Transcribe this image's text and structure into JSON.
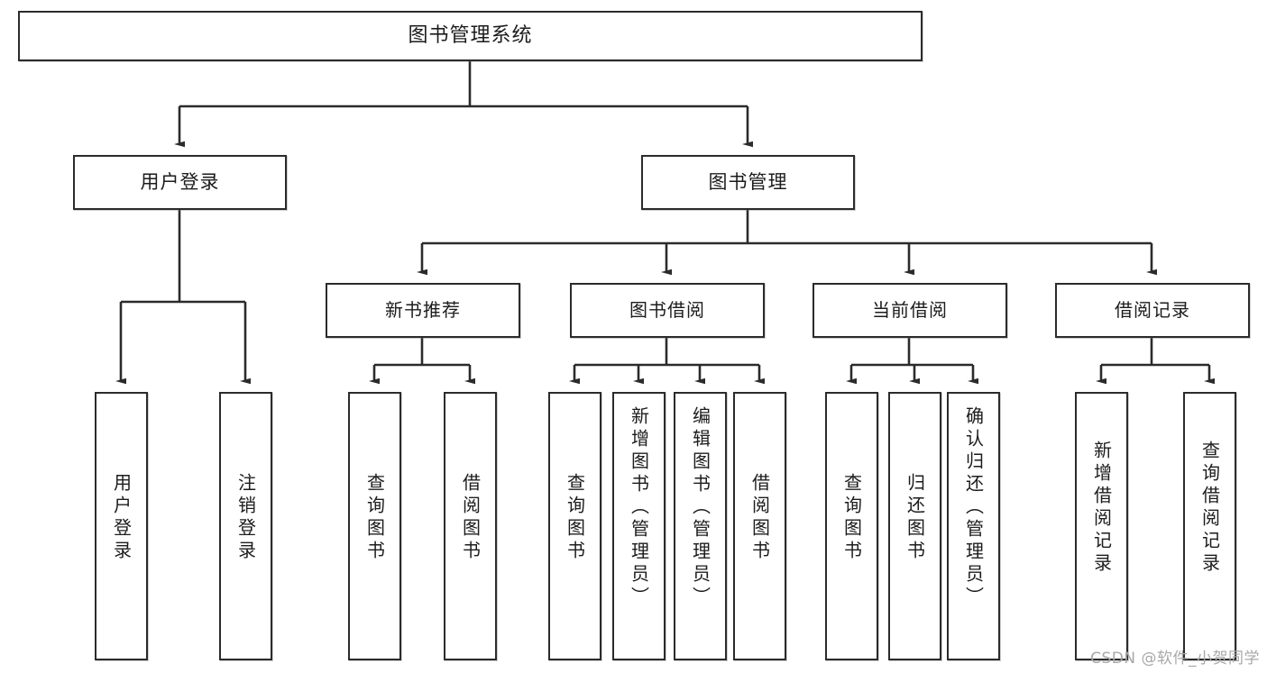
{
  "diagram": {
    "title": "图书管理系统",
    "type": "tree-hierarchy",
    "root": {
      "label": "图书管理系统"
    },
    "level1": [
      {
        "label": "用户登录"
      },
      {
        "label": "图书管理"
      }
    ],
    "level2": [
      {
        "label": "新书推荐"
      },
      {
        "label": "图书借阅"
      },
      {
        "label": "当前借阅"
      },
      {
        "label": "借阅记录"
      }
    ],
    "leaves": {
      "user_login": [
        {
          "label": "用户登录"
        },
        {
          "label": "注销登录"
        }
      ],
      "new_book_recommend": [
        {
          "label": "查询图书"
        },
        {
          "label": "借阅图书"
        }
      ],
      "book_borrow": [
        {
          "label": "查询图书"
        },
        {
          "label": "新增图书（管理员）"
        },
        {
          "label": "编辑图书（管理员）"
        },
        {
          "label": "借阅图书"
        }
      ],
      "current_borrow": [
        {
          "label": "查询图书"
        },
        {
          "label": "归还图书"
        },
        {
          "label": "确认归还（管理员）"
        }
      ],
      "borrow_record": [
        {
          "label": "新增借阅记录"
        },
        {
          "label": "查询借阅记录"
        }
      ]
    }
  },
  "watermark": {
    "text": "CSDN @软件_小贺同学"
  },
  "colors": {
    "stroke": "#2b2b2b",
    "fill": "#ffffff",
    "text": "#1c1c1c",
    "watermark": "#a8a8a8"
  }
}
